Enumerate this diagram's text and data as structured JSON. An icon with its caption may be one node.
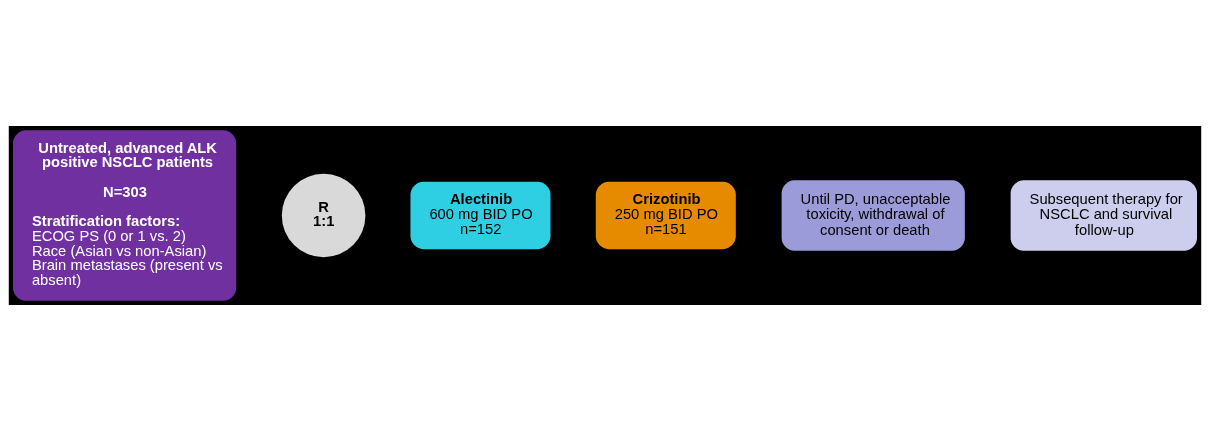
{
  "diagram": {
    "nodes": [
      {
        "text": [
          "Untreated, advanced ALK positive NSCLC patients",
          "N=303",
          "Stratification factors:",
          "ECOG PS (0 or 1 vs. 2)",
          "Race (Asian vs non-Asian)",
          "Brain metastases (present vs absent)"
        ]
      },
      {
        "text": [
          "R",
          "1:1"
        ]
      },
      {
        "text": [
          "Alectinib",
          "600 mg BID PO",
          "n=152"
        ]
      },
      {
        "text": [
          "Crizotinib",
          "250 mg BID PO",
          "n=151"
        ]
      },
      {
        "text": [
          "Until PD, unacceptable toxicity, withdrawal of consent or death"
        ]
      },
      {
        "text": [
          "Subsequent therapy for NSCLC and survival follow-up"
        ]
      }
    ]
  }
}
